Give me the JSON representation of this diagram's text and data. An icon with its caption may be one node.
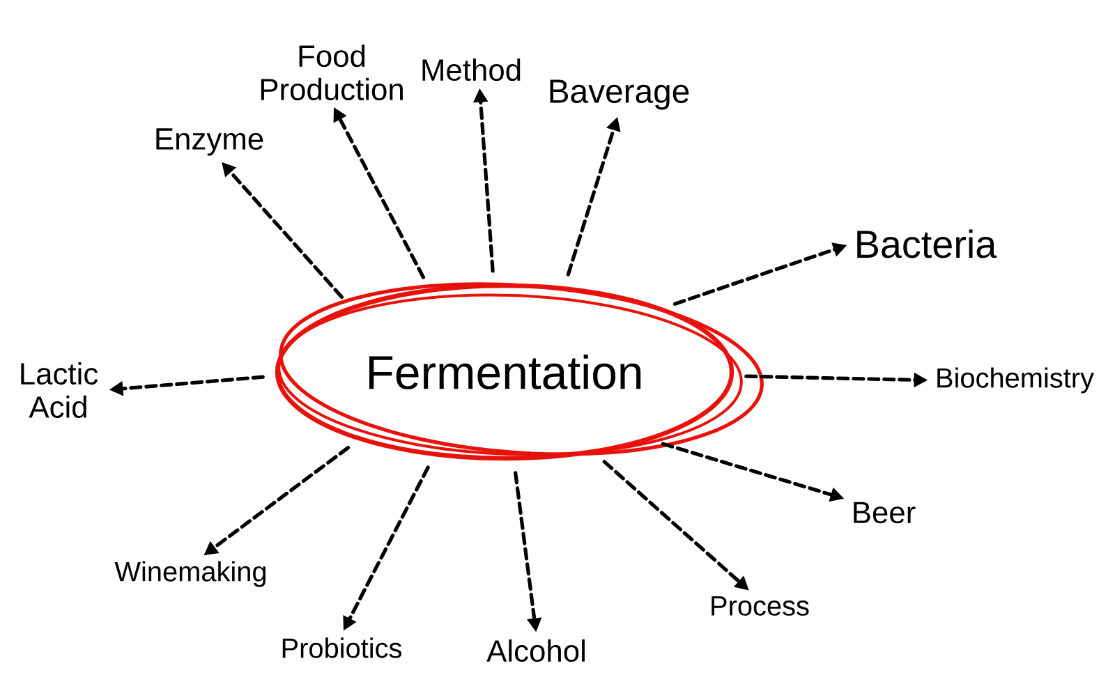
{
  "diagram": {
    "nodes": [
      {
        "text": [
          "Fermentation"
        ]
      },
      {
        "text": [
          "Enzyme"
        ]
      },
      {
        "text": [
          "Food Production"
        ]
      },
      {
        "text": [
          "Method"
        ]
      },
      {
        "text": [
          "Baverage"
        ]
      },
      {
        "text": [
          "Bacteria"
        ]
      },
      {
        "text": [
          "Lactic Acid"
        ]
      },
      {
        "text": [
          "Biochemistry"
        ]
      },
      {
        "text": [
          "Beer"
        ]
      },
      {
        "text": [
          "Winemaking"
        ]
      },
      {
        "text": [
          "Probiotics"
        ]
      },
      {
        "text": [
          "Alcohol"
        ]
      },
      {
        "text": [
          "Process"
        ]
      }
    ],
    "edges": [
      {
        "from": 0,
        "to": 1,
        "arrow": "to",
        "style": "dashed"
      },
      {
        "from": 0,
        "to": 2,
        "arrow": "to",
        "style": "dashed"
      },
      {
        "from": 0,
        "to": 3,
        "arrow": "to",
        "style": "dashed"
      },
      {
        "from": 0,
        "to": 4,
        "arrow": "to",
        "style": "dashed"
      },
      {
        "from": 0,
        "to": 5,
        "arrow": "to",
        "style": "dashed"
      },
      {
        "from": 0,
        "to": 6,
        "arrow": "to",
        "style": "dashed"
      },
      {
        "from": 0,
        "to": 7,
        "arrow": "to",
        "style": "dashed"
      },
      {
        "from": 0,
        "to": 8,
        "arrow": "to",
        "style": "dashed"
      },
      {
        "from": 0,
        "to": 9,
        "arrow": "to",
        "style": "dashed"
      },
      {
        "from": 0,
        "to": 10,
        "arrow": "to",
        "style": "dashed"
      },
      {
        "from": 0,
        "to": 11,
        "arrow": "to",
        "style": "dashed"
      },
      {
        "from": 0,
        "to": 12,
        "arrow": "to",
        "style": "dashed"
      }
    ]
  }
}
